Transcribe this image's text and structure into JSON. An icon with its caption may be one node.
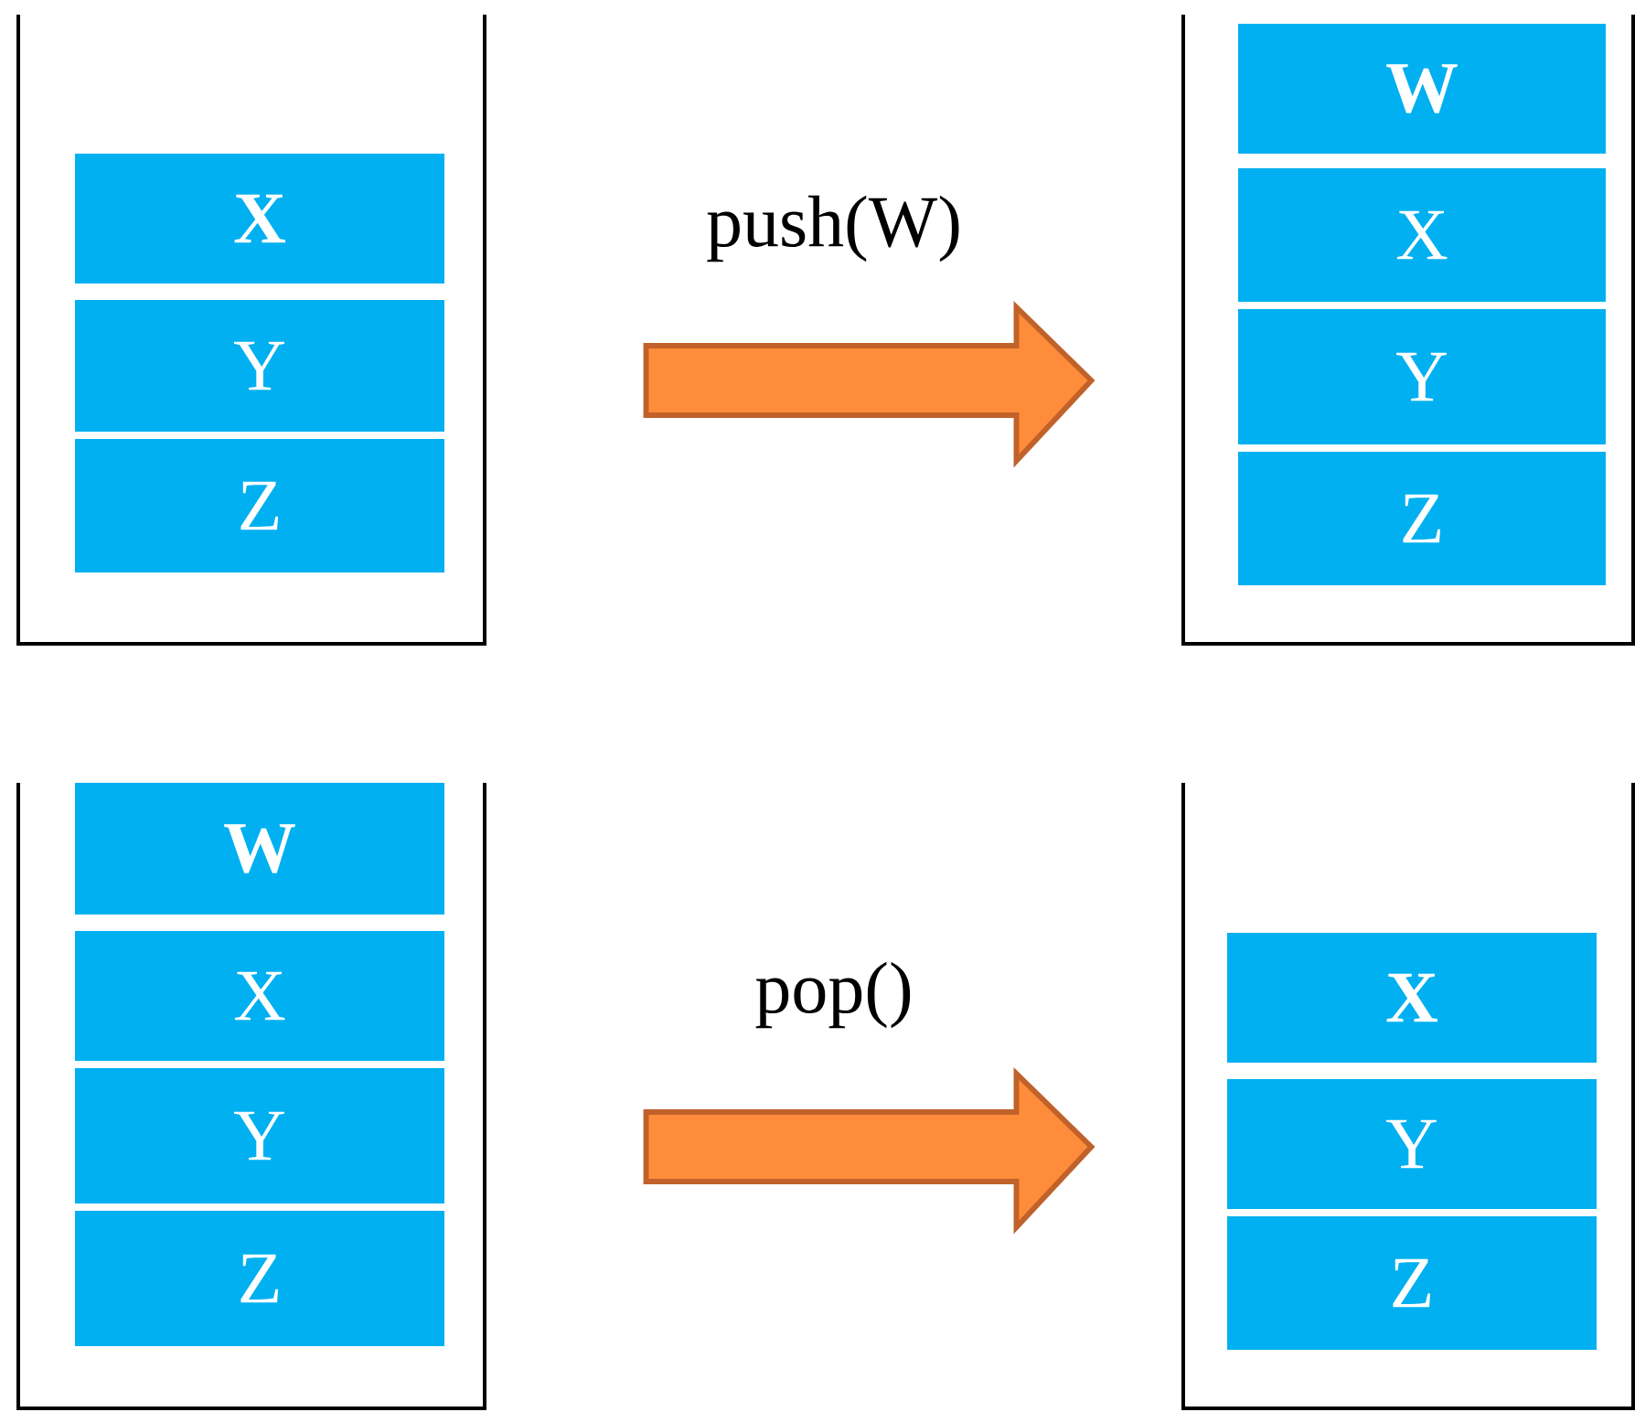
{
  "diagram": {
    "nodes": [
      {
        "text": [],
        "shape": "box"
      },
      {
        "text": [
          "X"
        ],
        "in": 0
      },
      {
        "text": [
          "Y"
        ],
        "in": 0
      },
      {
        "text": [
          "Z"
        ],
        "in": 0
      },
      {
        "text": [],
        "shape": "box"
      },
      {
        "text": [
          "W"
        ],
        "in": 4
      },
      {
        "text": [
          "X"
        ],
        "in": 4
      },
      {
        "text": [
          "Y"
        ],
        "in": 4
      },
      {
        "text": [
          "Z"
        ],
        "in": 4
      },
      {
        "text": [],
        "shape": "box"
      },
      {
        "text": [
          "W"
        ],
        "in": 9
      },
      {
        "text": [
          "X"
        ],
        "in": 9
      },
      {
        "text": [
          "Y"
        ],
        "in": 9
      },
      {
        "text": [
          "Z"
        ],
        "in": 9
      },
      {
        "text": [],
        "shape": "box"
      },
      {
        "text": [
          "X"
        ],
        "in": 14
      },
      {
        "text": [
          "Y"
        ],
        "in": 14
      },
      {
        "text": [
          "Z"
        ],
        "in": 14
      }
    ],
    "edges": [
      {
        "from": 0,
        "to": 4,
        "arrow": "to",
        "label": "push(W)"
      },
      {
        "from": 9,
        "to": 14,
        "arrow": "to",
        "label": "pop()"
      }
    ]
  }
}
